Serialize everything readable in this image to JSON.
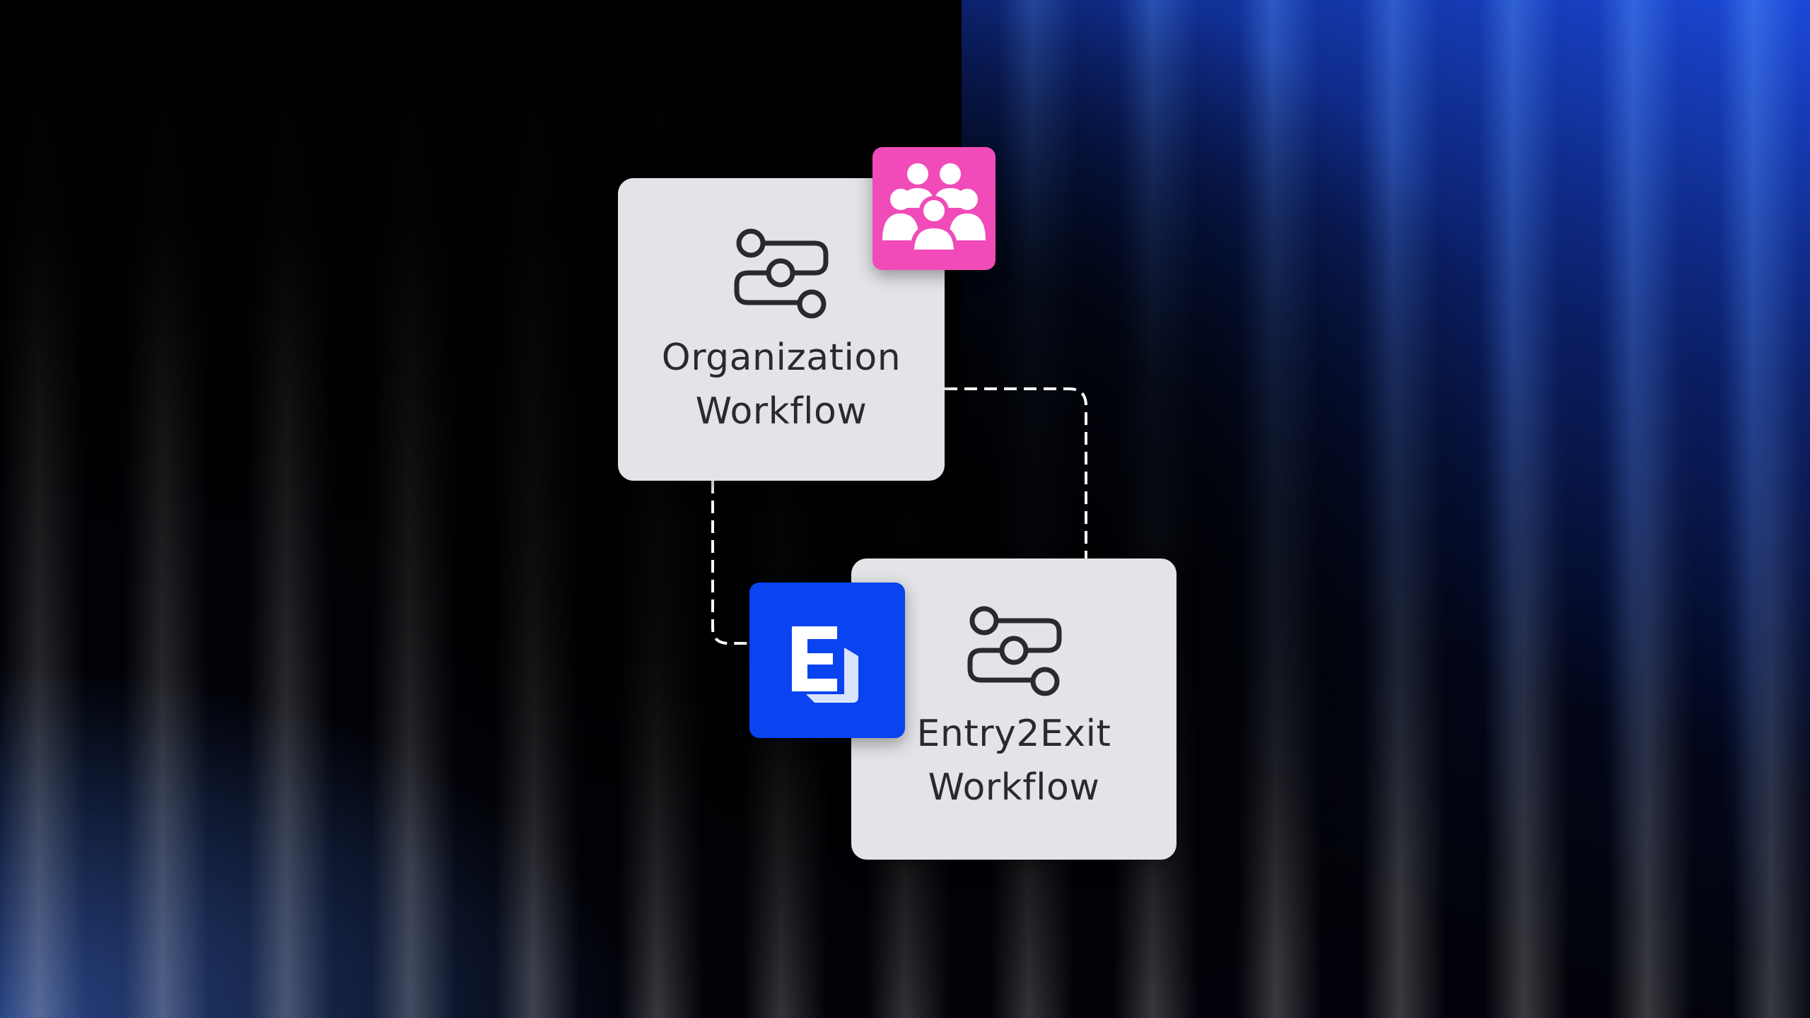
{
  "background": {
    "base_color": "#02030a",
    "accent_color": "#1e50f0"
  },
  "nodes": [
    {
      "id": "organization-workflow",
      "label_line1": "Organization",
      "label_line2": "Workflow",
      "icon": "workflow-icon",
      "badge": {
        "icon": "team-icon",
        "color": "#f04bb8"
      }
    },
    {
      "id": "entry2exit-workflow",
      "label_line1": "Entry2Exit",
      "label_line2": "Workflow",
      "icon": "workflow-icon",
      "badge": {
        "icon": "entry2exit-logo-icon",
        "color": "#0a43f0"
      }
    }
  ],
  "connectors": [
    {
      "from": "organization-workflow",
      "to": "entry2exit-workflow",
      "style": "dashed",
      "color": "#ffffff"
    },
    {
      "from": "organization-workflow",
      "to": "entry2exit-logo-badge",
      "style": "dashed",
      "color": "#ffffff"
    }
  ]
}
